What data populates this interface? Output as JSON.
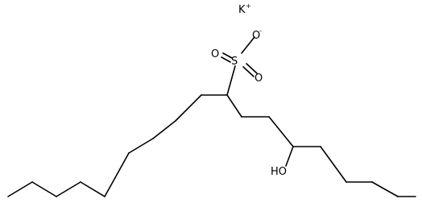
{
  "molecule": {
    "atoms": {
      "potassium": "K",
      "potassium_charge": "+",
      "sulfur": "S",
      "oxygen_top": "O",
      "oxygen_top_charge": "-",
      "oxygen_left": "O",
      "oxygen_right": "O",
      "hydroxyl": "HO"
    }
  }
}
